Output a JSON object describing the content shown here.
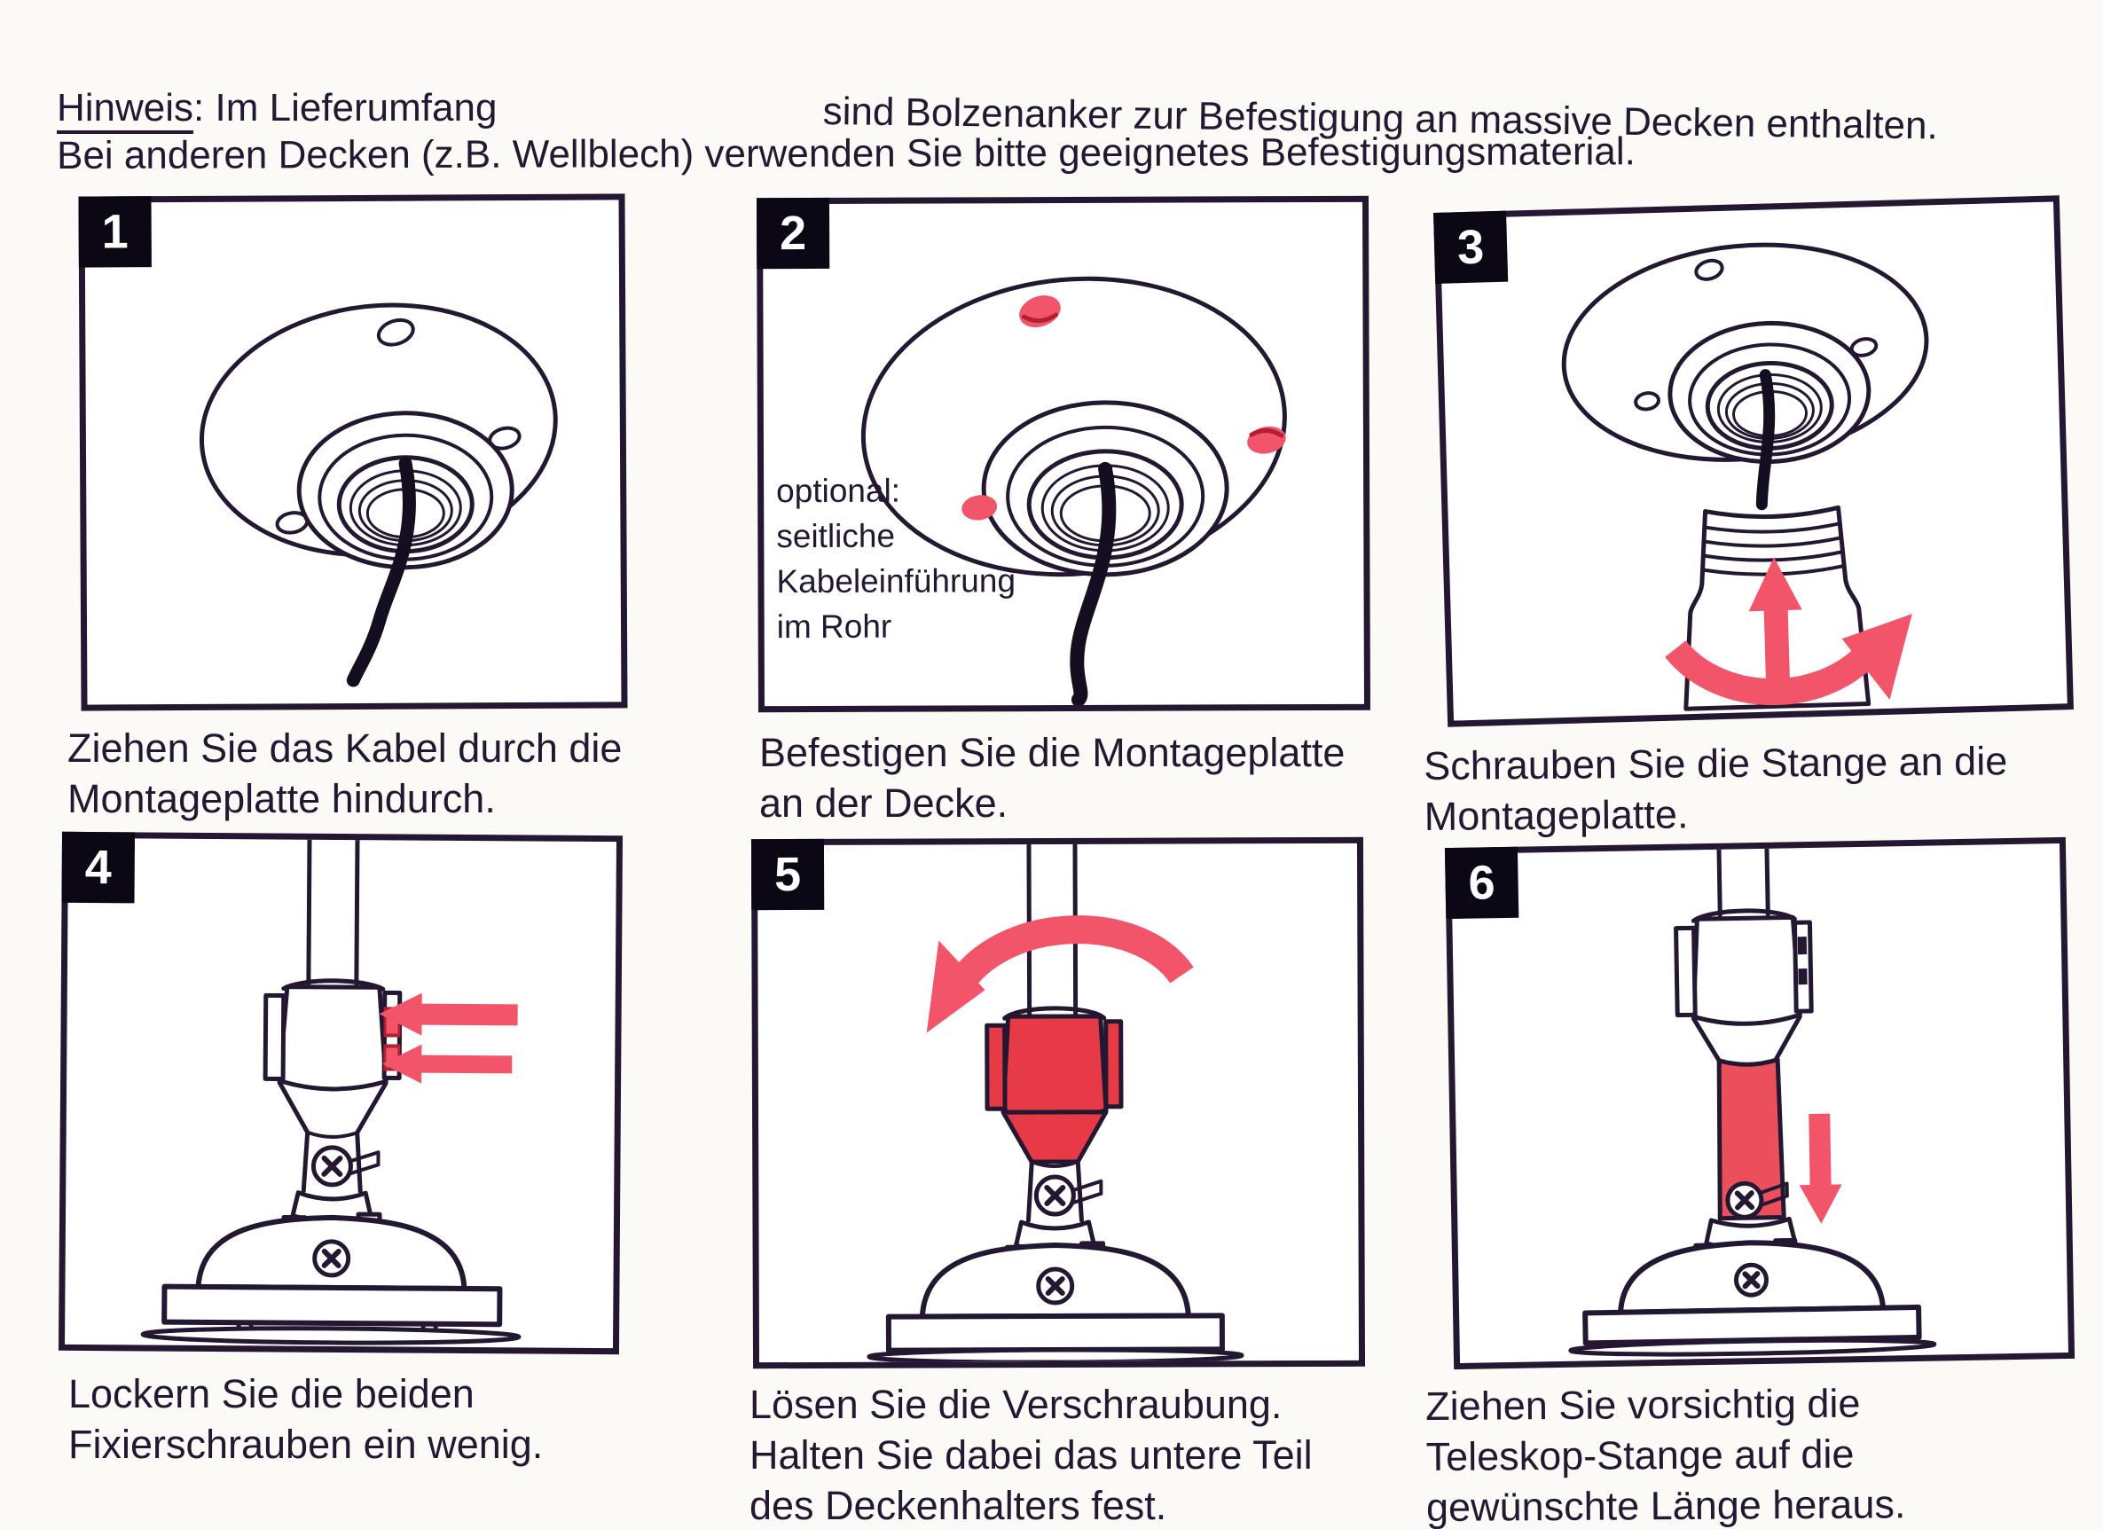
{
  "note": {
    "keyword": "Hinweis",
    "line1_left": ": Im Lieferumfang",
    "line1_right": "sind Bolzenanker zur Befestigung an massive Decken enthalten.",
    "line2": "Bei anderen Decken (z.B. Wellblech) verwenden Sie bitte geeignetes Befestigungsmaterial."
  },
  "steps": [
    {
      "number": "1",
      "caption_lines": [
        "Ziehen Sie das Kabel durch die",
        "Montageplatte hindurch."
      ]
    },
    {
      "number": "2",
      "caption_lines": [
        "Befestigen Sie die Montageplatte",
        "an der Decke."
      ],
      "annotation_lines": [
        "optional:",
        "seitliche",
        "Kabeleinführung",
        "im Rohr"
      ]
    },
    {
      "number": "3",
      "caption_lines": [
        "Schrauben Sie die Stange an die",
        "Montageplatte."
      ]
    },
    {
      "number": "4",
      "caption_lines": [
        "Lockern Sie die beiden",
        "Fixierschrauben ein wenig."
      ]
    },
    {
      "number": "5",
      "caption_lines": [
        "Lösen Sie die Verschraubung.",
        "Halten Sie dabei das untere Teil",
        "des Deckenhalters fest."
      ]
    },
    {
      "number": "6",
      "caption_lines": [
        "Ziehen Sie vorsichtig die",
        "Teleskop-Stange auf die",
        "gewünschte Länge heraus."
      ]
    }
  ],
  "colors": {
    "ink": "#231732",
    "paper": "#fbfaf6",
    "red_accent": "#f2556a",
    "red_strong": "#e63a46",
    "red_tube": "#ec4f5c",
    "red_dark": "#b02030"
  }
}
